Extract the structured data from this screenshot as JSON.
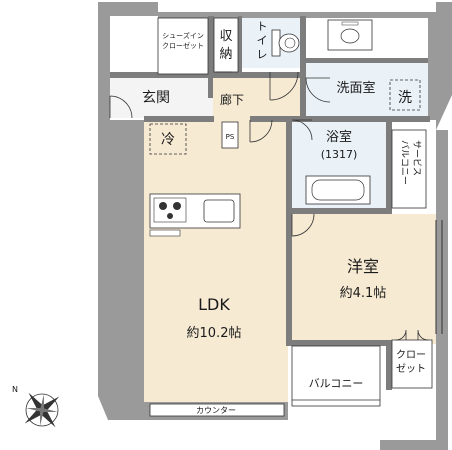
{
  "rooms": {
    "shoes_closet": [
      "シューズイン",
      "クローゼット"
    ],
    "storage": [
      "収",
      "納"
    ],
    "toilet": [
      "ト",
      "イ",
      "レ"
    ],
    "washroom": "洗面室",
    "washer": "洗",
    "entrance": "玄関",
    "hallway": "廊下",
    "fridge": "冷",
    "ps": "PS",
    "bathroom": "浴室",
    "bath_size": "(1317)",
    "service_balcony": [
      "サービス",
      "バルコニー"
    ],
    "western_room": "洋室",
    "western_size": "約4.1帖",
    "ldk": "LDK",
    "ldk_size": "約10.2帖",
    "closet": [
      "クロー",
      "ゼット"
    ],
    "balcony": "バルコニー",
    "counter": "カウンター"
  },
  "compass": {
    "north_label": "N"
  },
  "colors": {
    "wall": "#9a9a9a",
    "wall_dark": "#7d7d7d",
    "floor_wood": "#f6ead3",
    "floor_tile": "#eaf1f7",
    "floor_white": "#ffffff",
    "line": "#333333"
  }
}
